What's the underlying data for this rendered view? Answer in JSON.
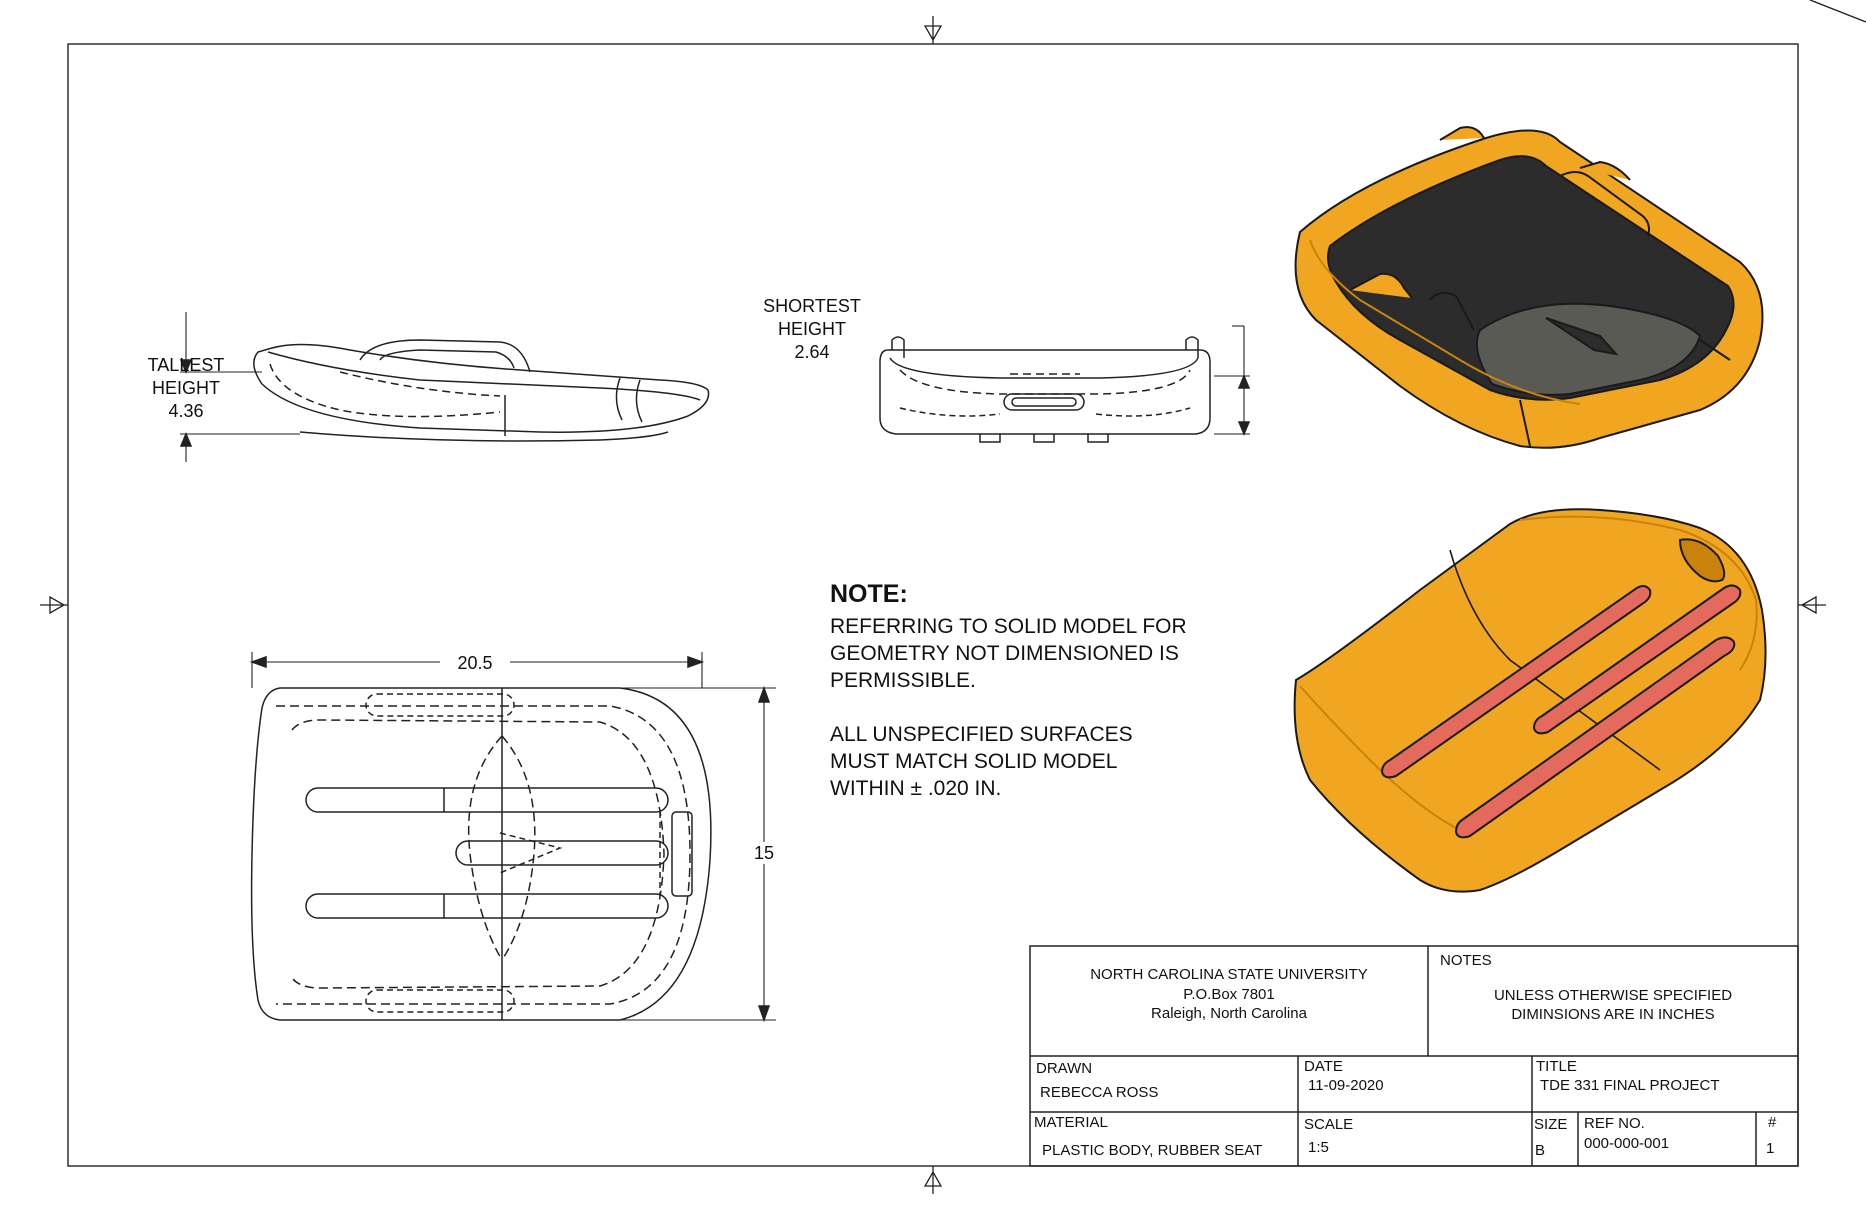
{
  "dimensions": {
    "tallest_label_1": "TALLEST",
    "tallest_label_2": "HEIGHT",
    "tallest_value": "4.36",
    "shortest_label_1": "SHORTEST",
    "shortest_label_2": "HEIGHT",
    "shortest_value": "2.64",
    "length_value": "20.5",
    "width_value": "15"
  },
  "note": {
    "heading": "NOTE:",
    "lines": [
      "REFERRING TO SOLID MODEL FOR",
      "GEOMETRY NOT DIMENSIONED IS",
      "PERMISSIBLE.",
      "",
      "ALL UNSPECIFIED SURFACES",
      "MUST MATCH SOLID MODEL",
      "WITHIN ± .020 IN."
    ]
  },
  "title_block": {
    "institution_name": "NORTH CAROLINA STATE UNIVERSITY",
    "institution_address": "P.O.Box 7801",
    "institution_city": "Raleigh, North Carolina",
    "notes_label": "NOTES",
    "notes_line_1": "UNLESS OTHERWISE SPECIFIED",
    "notes_line_2": "DIMINSIONS ARE IN INCHES",
    "drawn_label": "DRAWN",
    "drawn_value": "REBECCA ROSS",
    "date_label": "DATE",
    "date_value": "11-09-2020",
    "title_label": "TITLE",
    "title_value": "TDE 331 FINAL PROJECT",
    "material_label": "MATERIAL",
    "material_value": "PLASTIC BODY, RUBBER SEAT",
    "scale_label": "SCALE",
    "scale_value": "1:5",
    "size_label": "SIZE",
    "size_value": "B",
    "ref_label": "REF NO.",
    "ref_value": "000-000-001",
    "sheet_label": "#",
    "sheet_value": "1"
  },
  "colors": {
    "body": "#f0a620",
    "body_dark": "#c9830d",
    "seat": "#2c2c2c",
    "seat_light": "#5a5a55",
    "strips": "#e56a5e"
  }
}
